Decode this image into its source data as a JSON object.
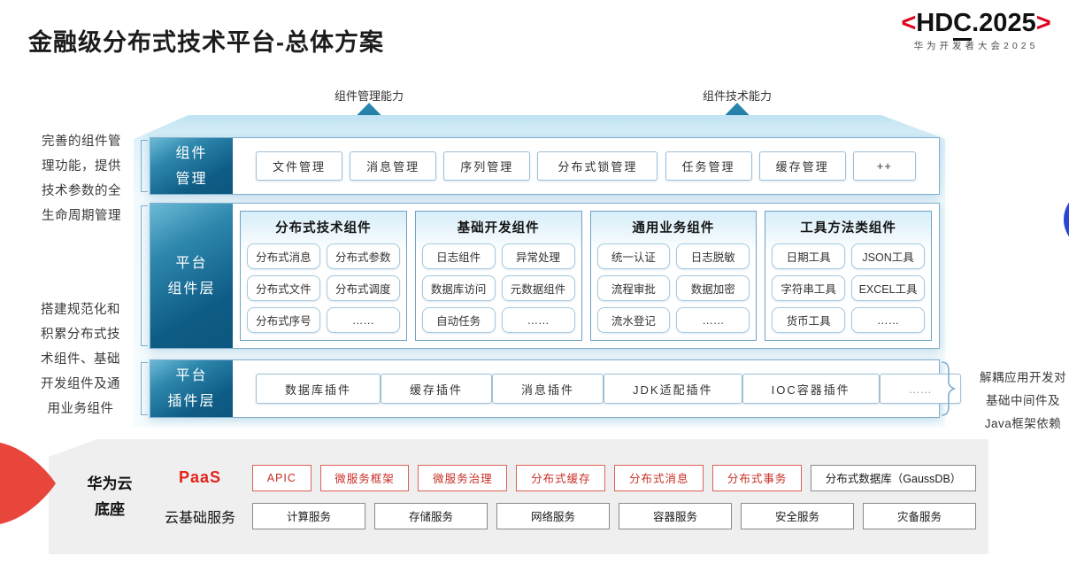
{
  "title": "金融级分布式技术平台-总体方案",
  "logo": {
    "bracket_left": "<",
    "hd": "HD",
    "c": "C",
    "rest": ".2025",
    "bracket_right": ">",
    "subtitle": "华为开发者大会2025"
  },
  "arrows": {
    "left_label": "组件管理能力",
    "right_label": "组件技术能力"
  },
  "side_notes": {
    "left_top": "完善的组件管\n理功能，提供\n技术参数的全\n生命周期管理",
    "left_bottom": "搭建规范化和\n积累分布式技\n术组件、基础\n开发组件及通\n用业务组件",
    "right": "解耦应用开发对\n基础中间件及\nJava框架依赖"
  },
  "rows": {
    "management": {
      "label": "组件\n管理",
      "items": [
        "文件管理",
        "消息管理",
        "序列管理",
        "分布式锁管理",
        "任务管理",
        "缓存管理",
        "++"
      ]
    },
    "components": {
      "label": "平台\n组件层",
      "panels": [
        {
          "title": "分布式技术组件",
          "items": [
            "分布式消息",
            "分布式参数",
            "分布式文件",
            "分布式调度",
            "分布式序号",
            "……"
          ]
        },
        {
          "title": "基础开发组件",
          "items": [
            "日志组件",
            "异常处理",
            "数据库访问",
            "元数据组件",
            "自动任务",
            "……"
          ]
        },
        {
          "title": "通用业务组件",
          "items": [
            "统一认证",
            "日志脱敏",
            "流程审批",
            "数据加密",
            "流水登记",
            "……"
          ]
        },
        {
          "title": "工具方法类组件",
          "items": [
            "日期工具",
            "JSON工具",
            "字符串工具",
            "EXCEL工具",
            "货币工具",
            "……"
          ]
        }
      ]
    },
    "plugins": {
      "label": "平台\n插件层",
      "items": [
        "数据库插件",
        "缓存插件",
        "消息插件",
        "JDK适配插件",
        "IOC容器插件",
        "……"
      ]
    }
  },
  "foundation": {
    "label": "华为云\n底座",
    "paas": {
      "label": "PaaS",
      "items": [
        "APIC",
        "微服务框架",
        "微服务治理",
        "分布式缓存",
        "分布式消息",
        "分布式事务",
        "分布式数据库（GaussDB）"
      ]
    },
    "cloud": {
      "label": "云基础服务",
      "items": [
        "计算服务",
        "存储服务",
        "网络服务",
        "容器服务",
        "安全服务",
        "灾备服务"
      ]
    }
  },
  "colors": {
    "huawei_red": "#e0001b",
    "teal_dark": "#0e5c86",
    "teal_light": "#6cbbd6",
    "row_border": "#7faecf",
    "chip_border": "#9dc0d8",
    "paas_red_text": "#c62f26",
    "paas_red_border": "#dd6155",
    "foundation_gray": "#efefef",
    "blue_dot": "#2b46d6",
    "backdrop_top": "#bfe3f2"
  }
}
